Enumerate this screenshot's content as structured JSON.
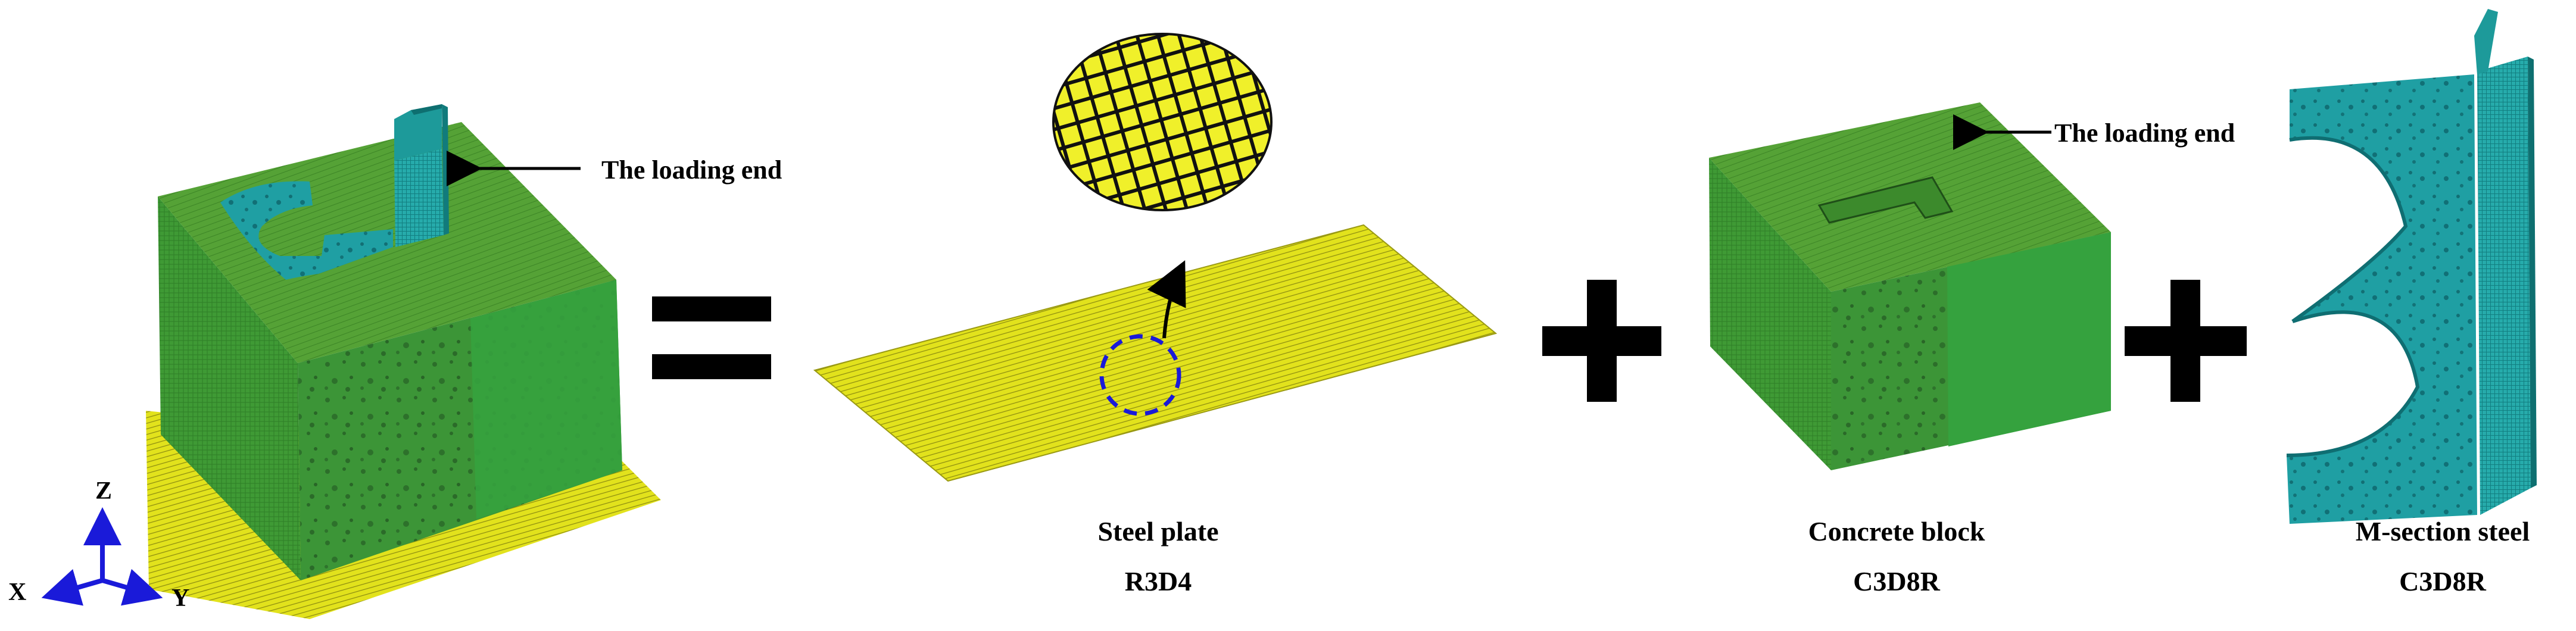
{
  "labels": {
    "loading_end_left": "The loading end",
    "loading_end_right": "The loading end",
    "steel_plate_name": "Steel plate",
    "steel_plate_element": "R3D4",
    "concrete_block_name": "Concrete block",
    "concrete_block_element": "C3D8R",
    "m_section_name": "M-section steel",
    "m_section_element": "C3D8R"
  },
  "axes": {
    "z": "Z",
    "x": "X",
    "y": "Y"
  },
  "operators": {
    "equals": "=",
    "plus": "+"
  },
  "colors": {
    "concrete_top": "#4f9c33",
    "concrete_front": "#3d9636",
    "concrete_side": "#37a13e",
    "steel_plate": "#e6e61a",
    "section_steel": "#1fa9a9",
    "axis_blue": "#1a1ad9",
    "dashed_circle": "#1a1ad9"
  }
}
